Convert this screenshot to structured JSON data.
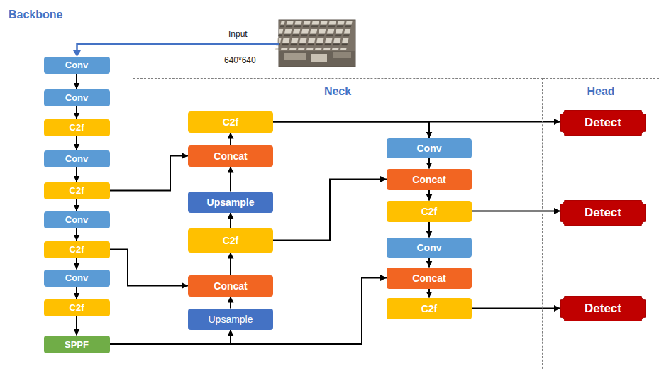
{
  "diagram": {
    "nodes": [
      {
        "text": [
          "Backbone"
        ]
      },
      {
        "text": [
          "Conv"
        ],
        "in": 0
      },
      {
        "text": [
          "Conv"
        ],
        "in": 0
      },
      {
        "text": [
          "C2f"
        ],
        "in": 0
      },
      {
        "text": [
          "Conv"
        ],
        "in": 0
      },
      {
        "text": [
          "C2f"
        ],
        "in": 0
      },
      {
        "text": [
          "Conv"
        ],
        "in": 0
      },
      {
        "text": [
          "C2f"
        ],
        "in": 0
      },
      {
        "text": [
          "Conv"
        ],
        "in": 0
      },
      {
        "text": [
          "C2f"
        ],
        "in": 0
      },
      {
        "text": [
          "SPPF"
        ],
        "in": 0
      },
      {
        "text": [
          "Neck"
        ]
      },
      {
        "text": [
          "C2f"
        ],
        "in": 11
      },
      {
        "text": [
          "Concat"
        ],
        "in": 11
      },
      {
        "text": [
          "Upsample"
        ],
        "in": 11
      },
      {
        "text": [
          "C2f"
        ],
        "in": 11
      },
      {
        "text": [
          "Concat"
        ],
        "in": 11
      },
      {
        "text": [
          "Upsample"
        ],
        "in": 11
      },
      {
        "text": [
          "Conv"
        ],
        "in": 11
      },
      {
        "text": [
          "Concat"
        ],
        "in": 11
      },
      {
        "text": [
          "C2f"
        ],
        "in": 11
      },
      {
        "text": [
          "Conv"
        ],
        "in": 11
      },
      {
        "text": [
          "Concat"
        ],
        "in": 11
      },
      {
        "text": [
          "C2f"
        ],
        "in": 11
      },
      {
        "text": [
          "Head"
        ]
      },
      {
        "text": [
          "Detect"
        ],
        "in": 24
      },
      {
        "text": [
          "Detect"
        ],
        "in": 24
      },
      {
        "text": [
          "Detect"
        ],
        "in": 24
      }
    ],
    "edges": [
      {
        "from": 1,
        "to": 2,
        "arrow": "to"
      },
      {
        "from": 2,
        "to": 3,
        "arrow": "to"
      },
      {
        "from": 3,
        "to": 4,
        "arrow": "to"
      },
      {
        "from": 4,
        "to": 5,
        "arrow": "to"
      },
      {
        "from": 5,
        "to": 6,
        "arrow": "to"
      },
      {
        "from": 6,
        "to": 7,
        "arrow": "to"
      },
      {
        "from": 7,
        "to": 8,
        "arrow": "to"
      },
      {
        "from": 8,
        "to": 9,
        "arrow": "to"
      },
      {
        "from": 9,
        "to": 10,
        "arrow": "to"
      },
      {
        "from": 10,
        "to": 17,
        "arrow": "to"
      },
      {
        "from": 10,
        "to": 22,
        "arrow": "to"
      },
      {
        "from": 17,
        "to": 16,
        "arrow": "to"
      },
      {
        "from": 7,
        "to": 16,
        "arrow": "to"
      },
      {
        "from": 16,
        "to": 15,
        "arrow": "to"
      },
      {
        "from": 15,
        "to": 14,
        "arrow": "to"
      },
      {
        "from": 15,
        "to": 19,
        "arrow": "to"
      },
      {
        "from": 14,
        "to": 13,
        "arrow": "to"
      },
      {
        "from": 5,
        "to": 13,
        "arrow": "to"
      },
      {
        "from": 13,
        "to": 12,
        "arrow": "to"
      },
      {
        "from": 12,
        "to": 25,
        "arrow": "to"
      },
      {
        "from": 12,
        "to": 18,
        "arrow": "to"
      },
      {
        "from": 18,
        "to": 19,
        "arrow": "to"
      },
      {
        "from": 19,
        "to": 20,
        "arrow": "to"
      },
      {
        "from": 20,
        "to": 26,
        "arrow": "to"
      },
      {
        "from": 20,
        "to": 21,
        "arrow": "to"
      },
      {
        "from": 21,
        "to": 22,
        "arrow": "to"
      },
      {
        "from": 22,
        "to": 23,
        "arrow": "to"
      },
      {
        "from": 23,
        "to": 27,
        "arrow": "to"
      }
    ],
    "labels": [
      "Input",
      "640*640"
    ]
  }
}
